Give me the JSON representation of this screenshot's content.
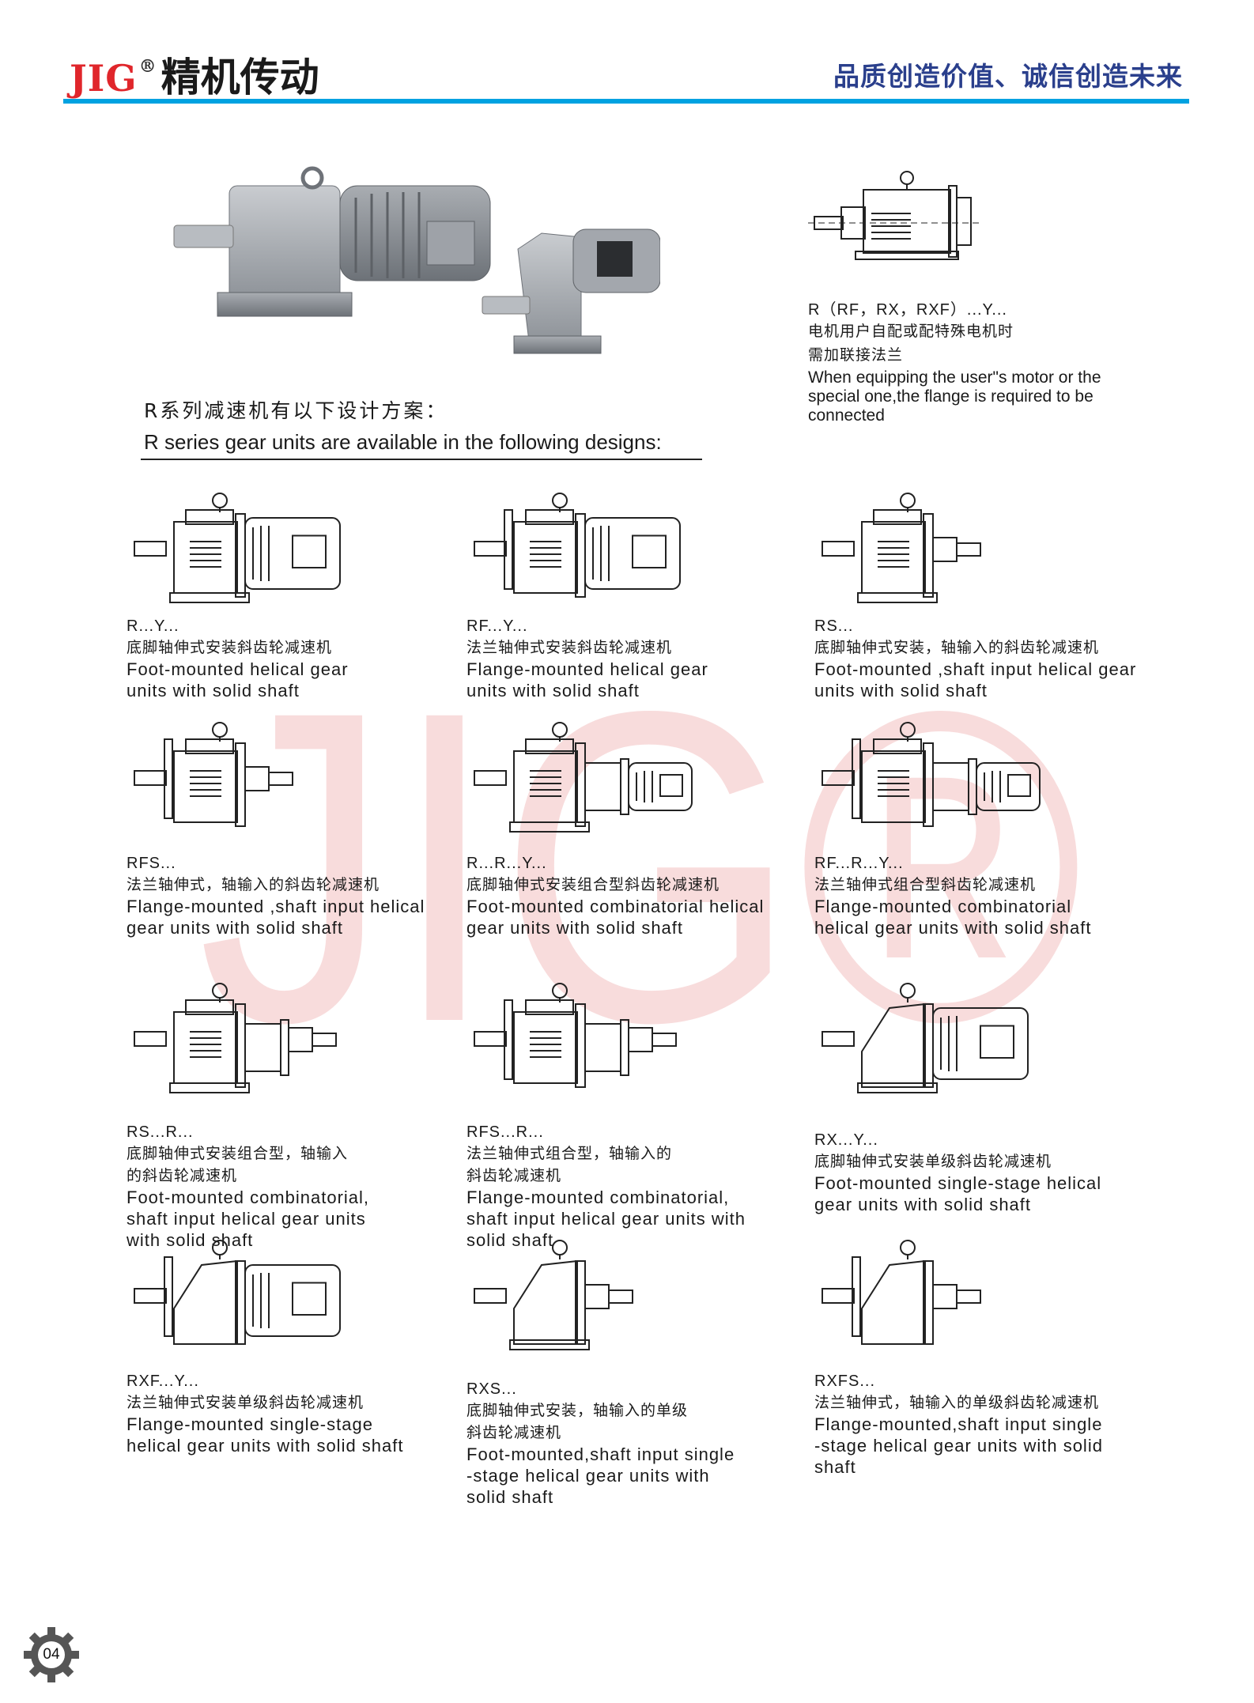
{
  "header": {
    "brand_en": "JIG",
    "brand_reg": "®",
    "brand_cn": "精机传动",
    "slogan": "品质创造价值、诚信创造未来"
  },
  "watermark_text": "JIG®",
  "intro": {
    "cn": "R系列减速机有以下设计方案：",
    "en": "R series gear units are available in the following designs:"
  },
  "note": {
    "code": "R（RF，RX，RXF）...Y...",
    "cn_line1": "电机用户自配或配特殊电机时",
    "cn_line2": "需加联接法兰",
    "en": "When equipping the user\"s motor or the special one,the flange is required to be connected"
  },
  "designs": [
    {
      "code": "R...Y...",
      "cn": [
        "底脚轴伸式安装斜齿轮减速机"
      ],
      "en": [
        "Foot-mounted helical gear",
        "units with solid shaft"
      ]
    },
    {
      "code": "RF...Y...",
      "cn": [
        "法兰轴伸式安装斜齿轮减速机"
      ],
      "en": [
        "Flange-mounted helical gear",
        "units with solid shaft"
      ]
    },
    {
      "code": "RS...",
      "cn": [
        "底脚轴伸式安装，轴输入的斜齿轮减速机"
      ],
      "en": [
        "Foot-mounted ,shaft input helical gear",
        "units with solid shaft"
      ]
    },
    {
      "code": "RFS...",
      "cn": [
        "法兰轴伸式，轴输入的斜齿轮减速机"
      ],
      "en": [
        "Flange-mounted ,shaft input helical",
        "gear units with solid shaft"
      ]
    },
    {
      "code": "R...R...Y...",
      "cn": [
        "底脚轴伸式安装组合型斜齿轮减速机"
      ],
      "en": [
        "Foot-mounted combinatorial helical",
        "gear units with solid shaft"
      ]
    },
    {
      "code": "RF...R...Y...",
      "cn": [
        "法兰轴伸式组合型斜齿轮减速机"
      ],
      "en": [
        "Flange-mounted combinatorial",
        "helical gear units with solid shaft"
      ]
    },
    {
      "code": "RS...R...",
      "cn": [
        "底脚轴伸式安装组合型，轴输入",
        "的斜齿轮减速机"
      ],
      "en": [
        "Foot-mounted combinatorial,",
        "shaft input helical gear units",
        "with solid shaft"
      ]
    },
    {
      "code": "RFS...R...",
      "cn": [
        "法兰轴伸式组合型，轴输入的",
        "斜齿轮减速机"
      ],
      "en": [
        "Flange-mounted combinatorial,",
        "shaft input helical gear units with",
        "solid shaft"
      ]
    },
    {
      "code": "RX...Y...",
      "cn": [
        "底脚轴伸式安装单级斜齿轮减速机"
      ],
      "en": [
        "Foot-mounted single-stage helical",
        "gear units with solid shaft"
      ]
    },
    {
      "code": "RXF...Y...",
      "cn": [
        "法兰轴伸式安装单级斜齿轮减速机"
      ],
      "en": [
        "Flange-mounted single-stage",
        "helical gear units with solid shaft"
      ]
    },
    {
      "code": "RXS...",
      "cn": [
        "底脚轴伸式安装，轴输入的单级",
        "斜齿轮减速机"
      ],
      "en": [
        "Foot-mounted,shaft input single",
        "-stage  helical gear units with",
        "solid shaft"
      ]
    },
    {
      "code": "RXFS...",
      "cn": [
        "法兰轴伸式，轴输入的单级斜齿轮减速机"
      ],
      "en": [
        "Flange-mounted,shaft input single",
        "-stage  helical gear units with solid",
        "shaft"
      ]
    }
  ],
  "page_number": "04"
}
